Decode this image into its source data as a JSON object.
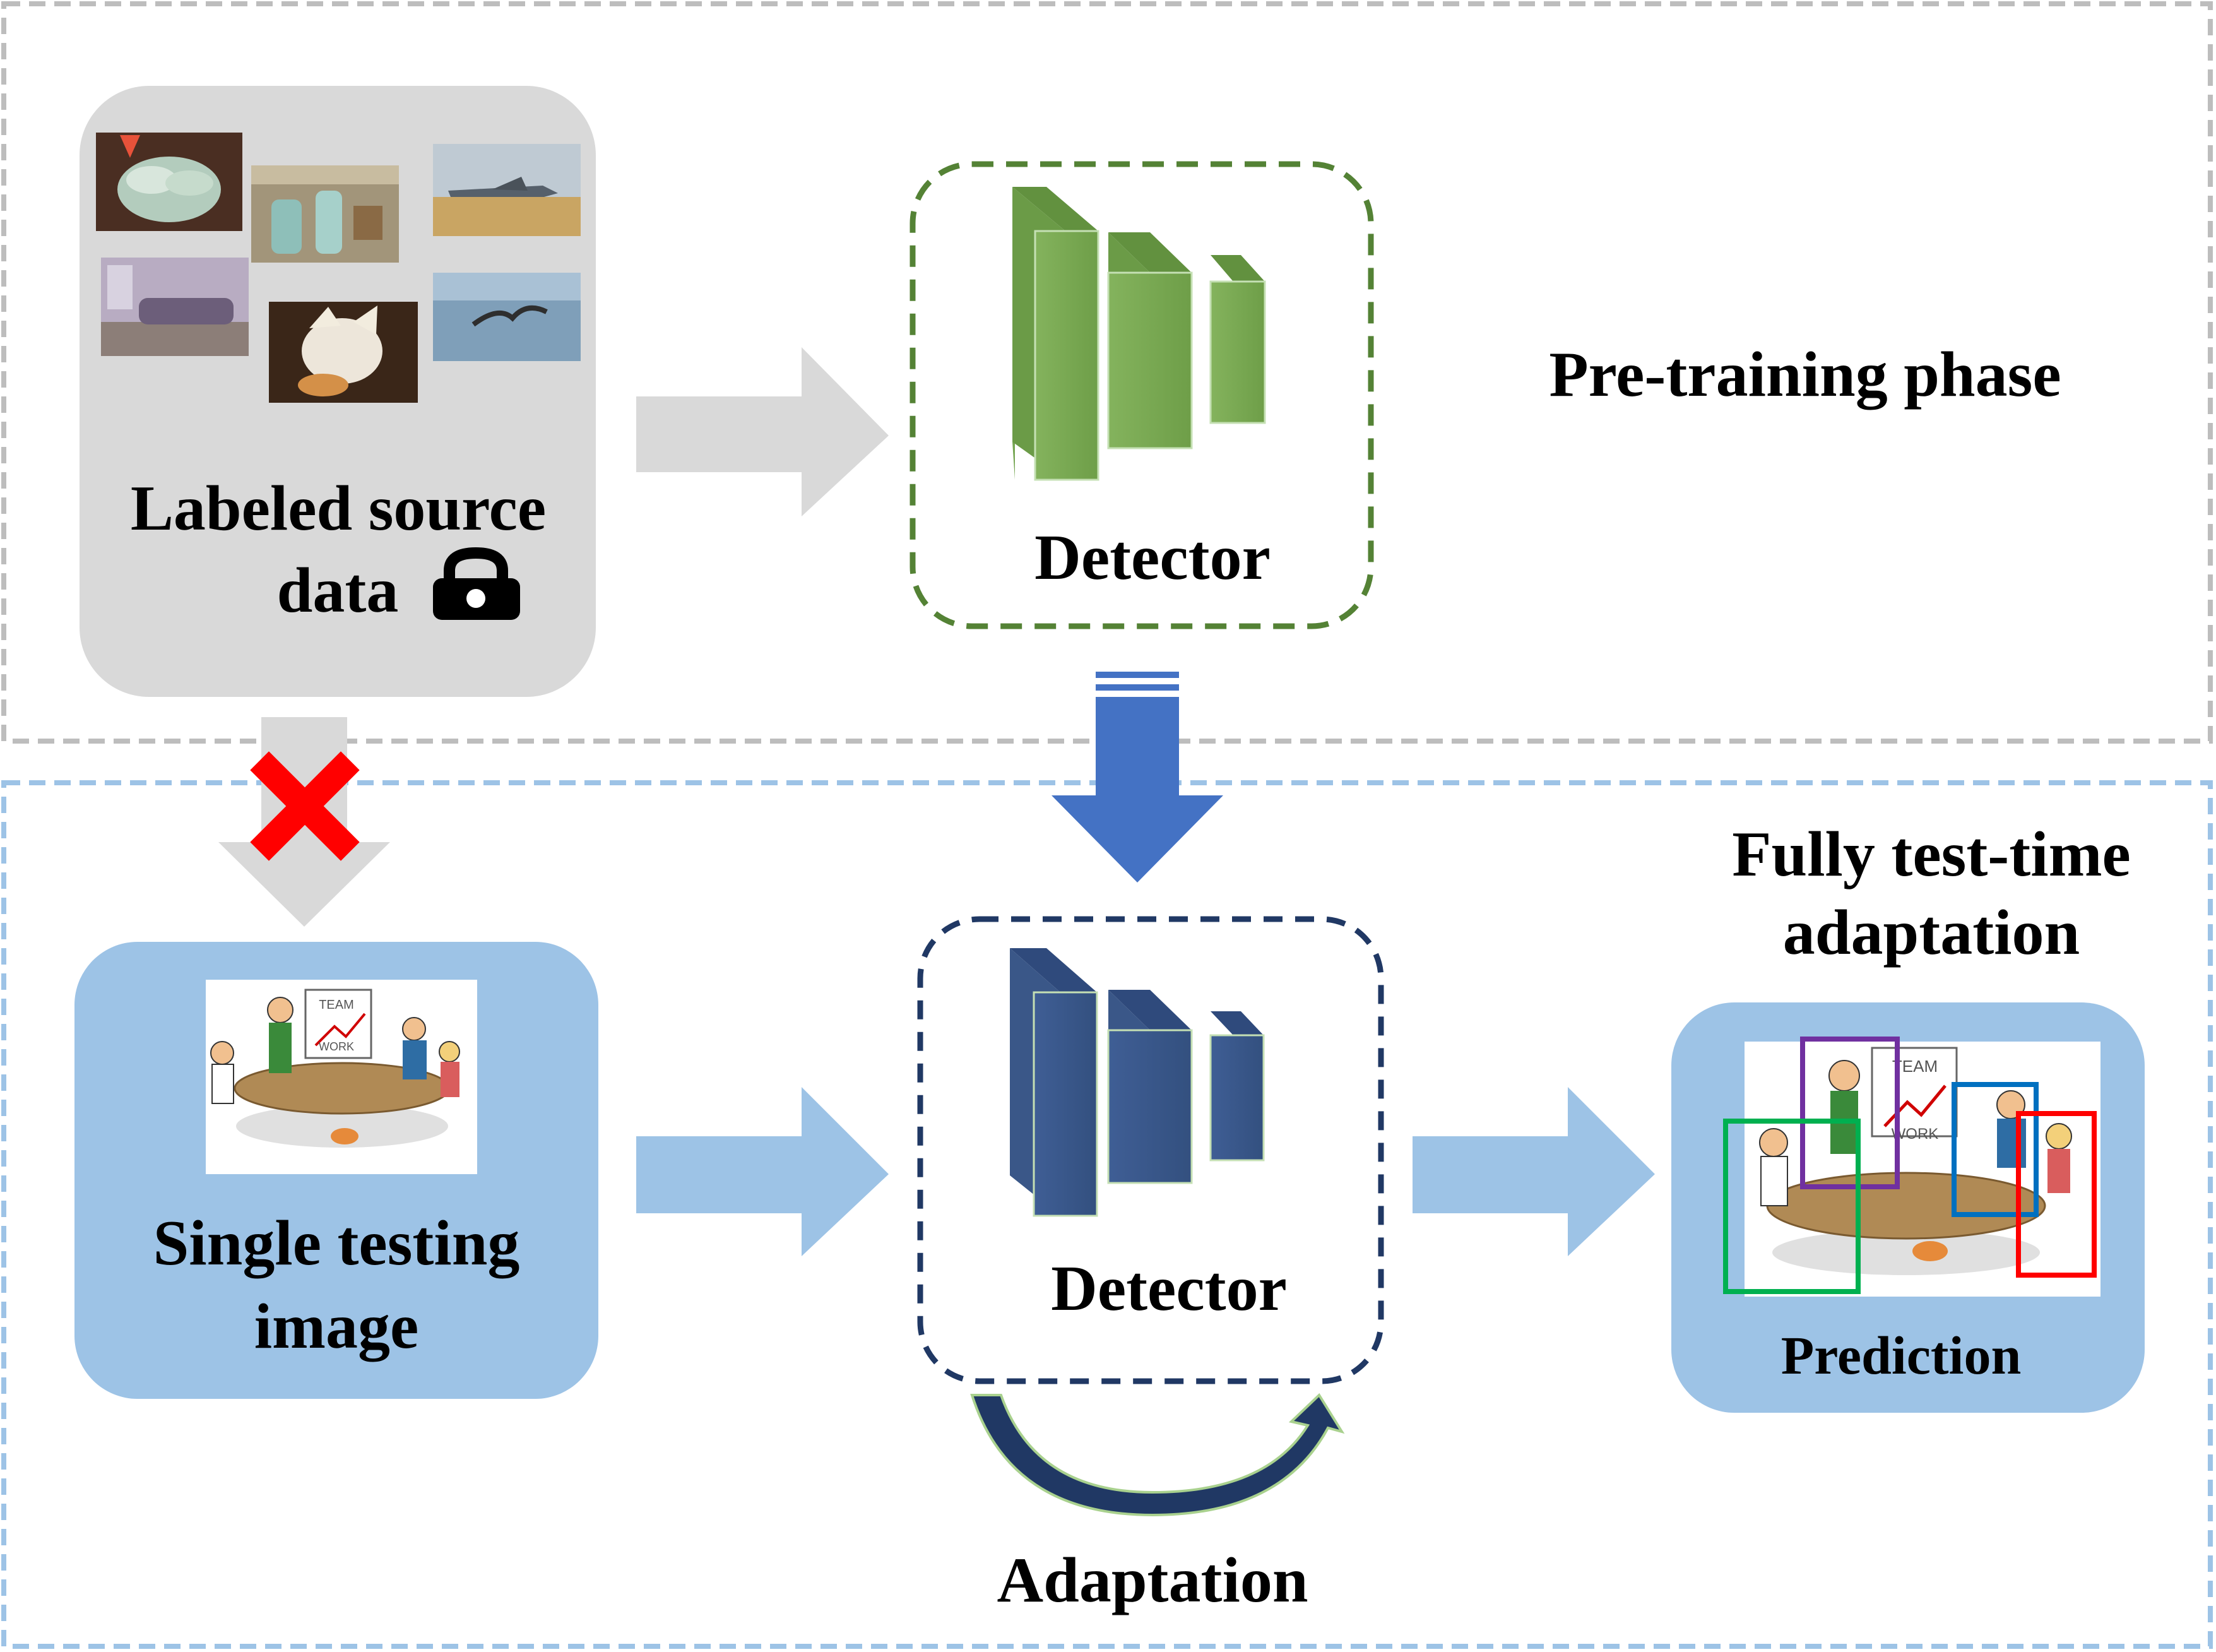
{
  "phases": {
    "pretraining": "Pre-training phase",
    "adaptation_line1": "Fully test-time",
    "adaptation_line2": "adaptation"
  },
  "source": {
    "line1": "Labeled source",
    "line2": "data",
    "lock_icon": "padlock-icon"
  },
  "detector_pretrain": {
    "label": "Detector"
  },
  "detector_adapt": {
    "label": "Detector"
  },
  "test_image": {
    "line1": "Single testing",
    "line2": "image",
    "board_line1": "TEAM",
    "board_line2": "WORK"
  },
  "prediction": {
    "label": "Prediction",
    "board_line1": "TEAM",
    "board_line2": "WORK"
  },
  "adaptation_loop": {
    "label": "Adaptation"
  },
  "colors": {
    "pretrain_border": "#bdbdbd",
    "adapt_border": "#9dc3e6",
    "source_panel": "#d9d9d9",
    "blue_panel": "#9dc3e6",
    "green_detector": "#548235",
    "blue_detector": "#203864",
    "down_arrow": "#4472c4",
    "cross": "#ff0000",
    "box_purple": "#7030a0",
    "box_green": "#00b050",
    "box_blue": "#0070c0",
    "box_red": "#ff0000"
  }
}
